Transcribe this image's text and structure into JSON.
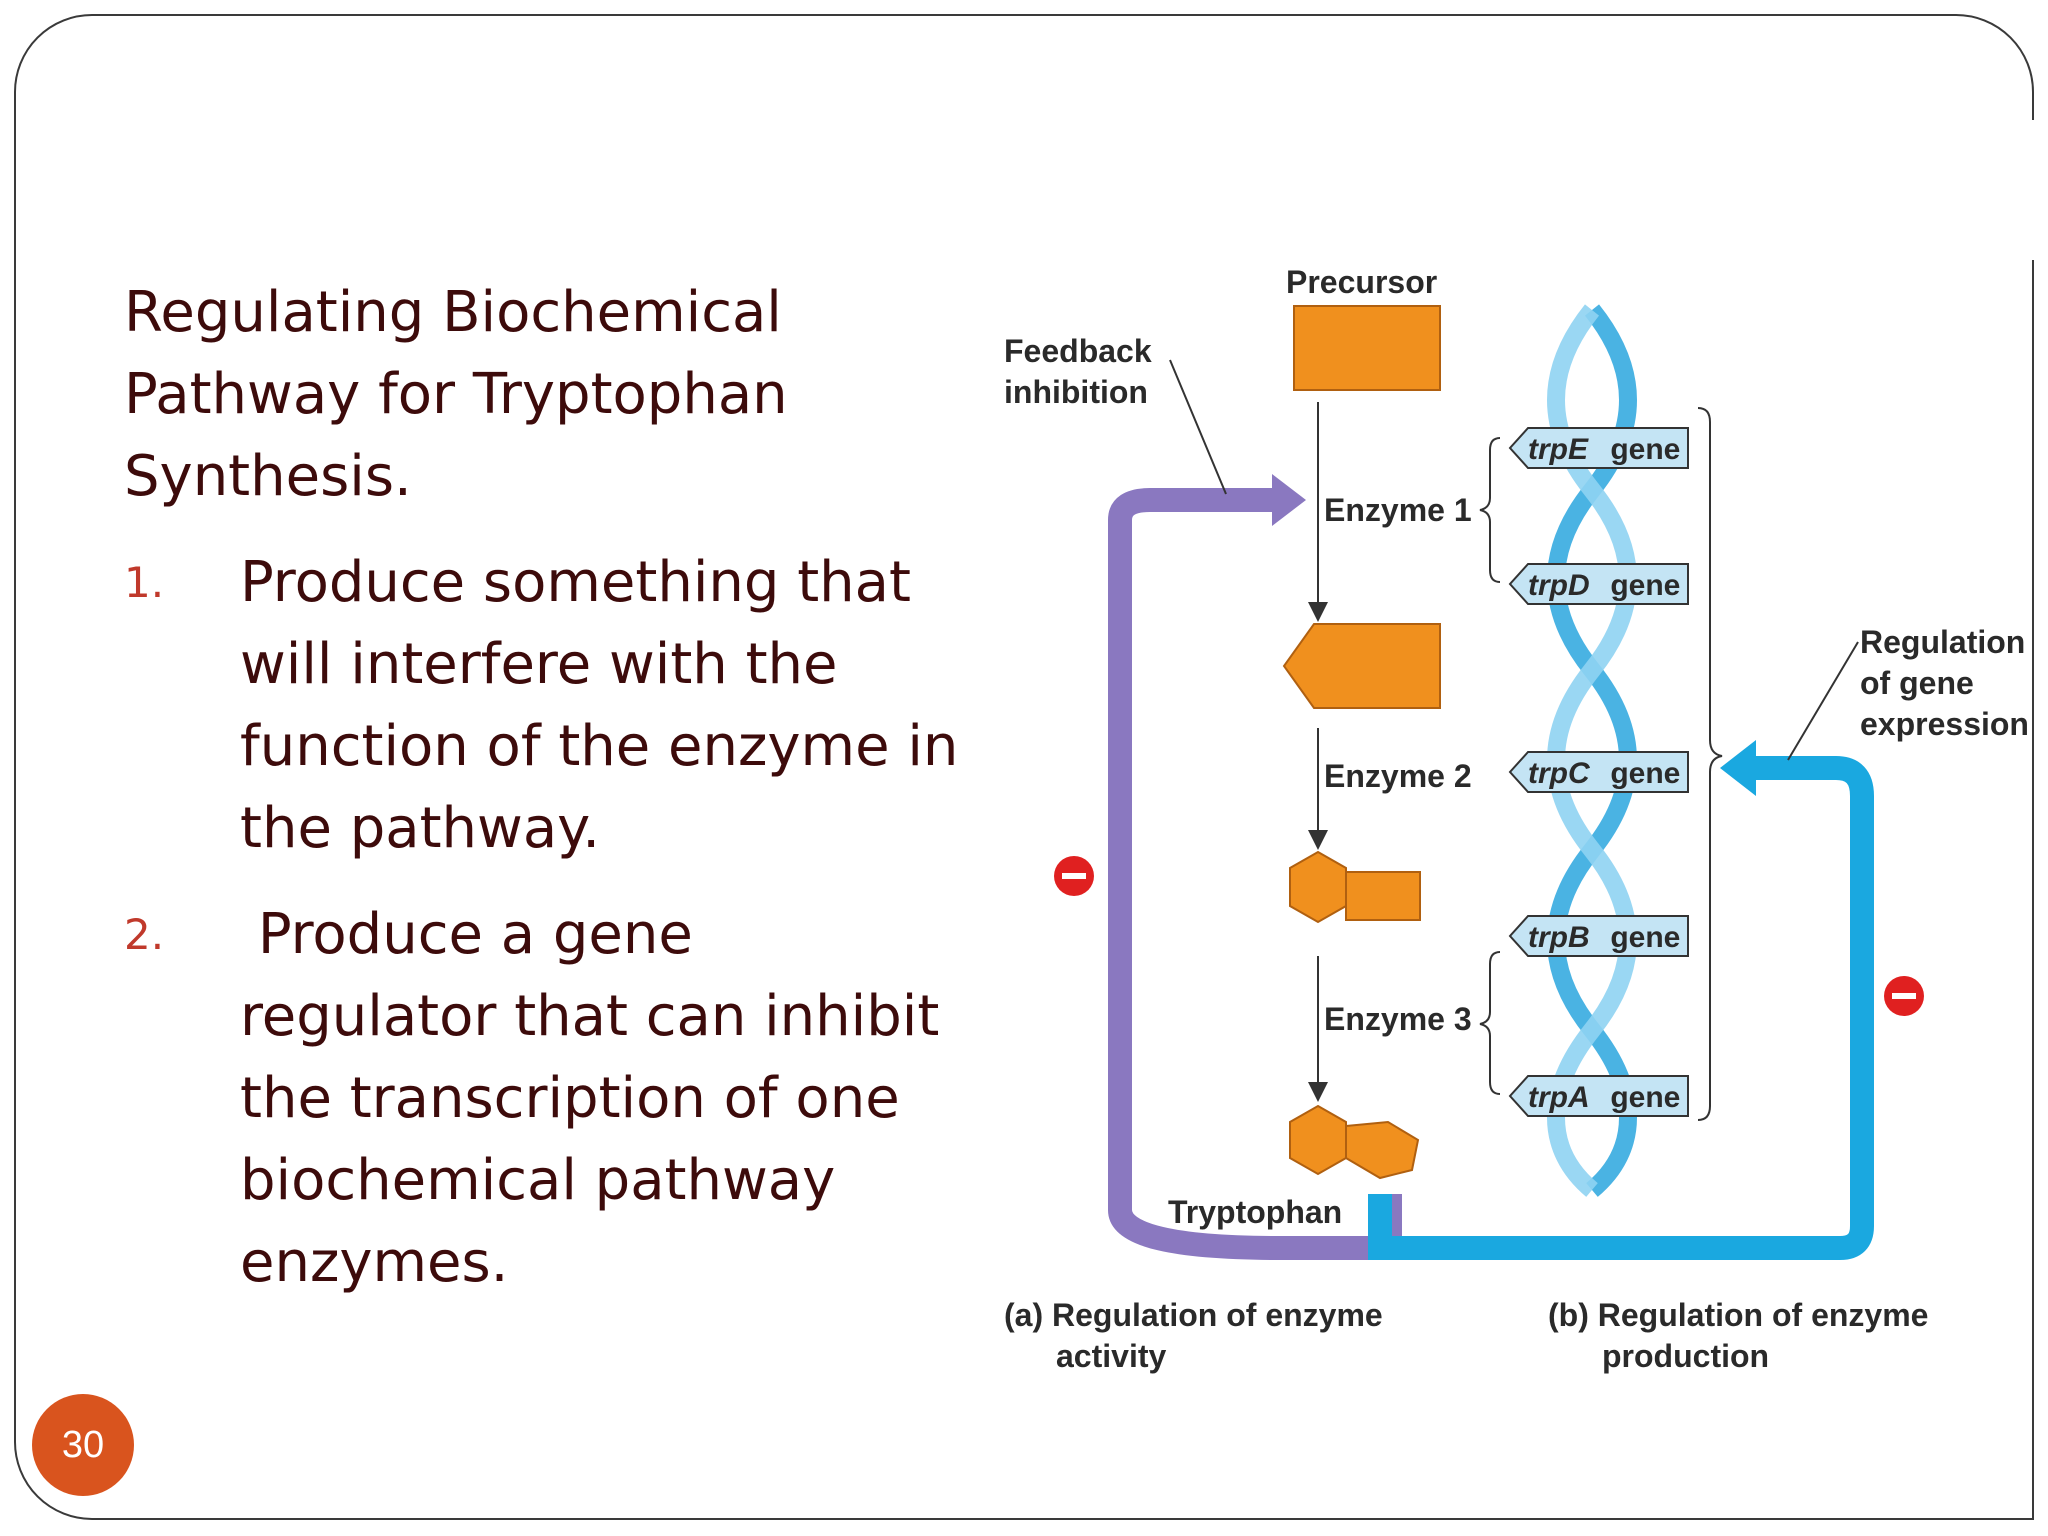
{
  "slide": {
    "title": "Regulating Biochemical Pathway for Tryptophan Synthesis.",
    "items": [
      {
        "number": "1.",
        "text": "Produce something that will interfere with the function of the enzyme in the pathway."
      },
      {
        "number": "2.",
        "text": " Produce a gene regulator that can inhibit the transcription of one biochemical pathway enzymes."
      }
    ],
    "page_number": "30"
  },
  "diagram": {
    "precursor": "Precursor",
    "feedback_line1": "Feedback",
    "feedback_line2": "inhibition",
    "enzyme1": "Enzyme 1",
    "enzyme2": "Enzyme 2",
    "enzyme3": "Enzyme 3",
    "product": "Tryptophan",
    "regulation_line1": "Regulation",
    "regulation_line2": "of gene",
    "regulation_line3": "expression",
    "genes": [
      {
        "name": "trpE",
        "suffix": " gene"
      },
      {
        "name": "trpD",
        "suffix": " gene"
      },
      {
        "name": "trpC",
        "suffix": " gene"
      },
      {
        "name": "trpB",
        "suffix": " gene"
      },
      {
        "name": "trpA",
        "suffix": " gene"
      }
    ],
    "caption_a_line1": "(a) Regulation of enzyme",
    "caption_a_line2": "activity",
    "caption_b_line1": "(b) Regulation of enzyme",
    "caption_b_line2": "production",
    "colors": {
      "molecule": "#f0901e",
      "feedback_arrow": "#8a78c0",
      "gene_arrow": "#1aa8e0",
      "inhibit": "#e02020",
      "gene_label_bg": "#c4e4f4"
    }
  }
}
